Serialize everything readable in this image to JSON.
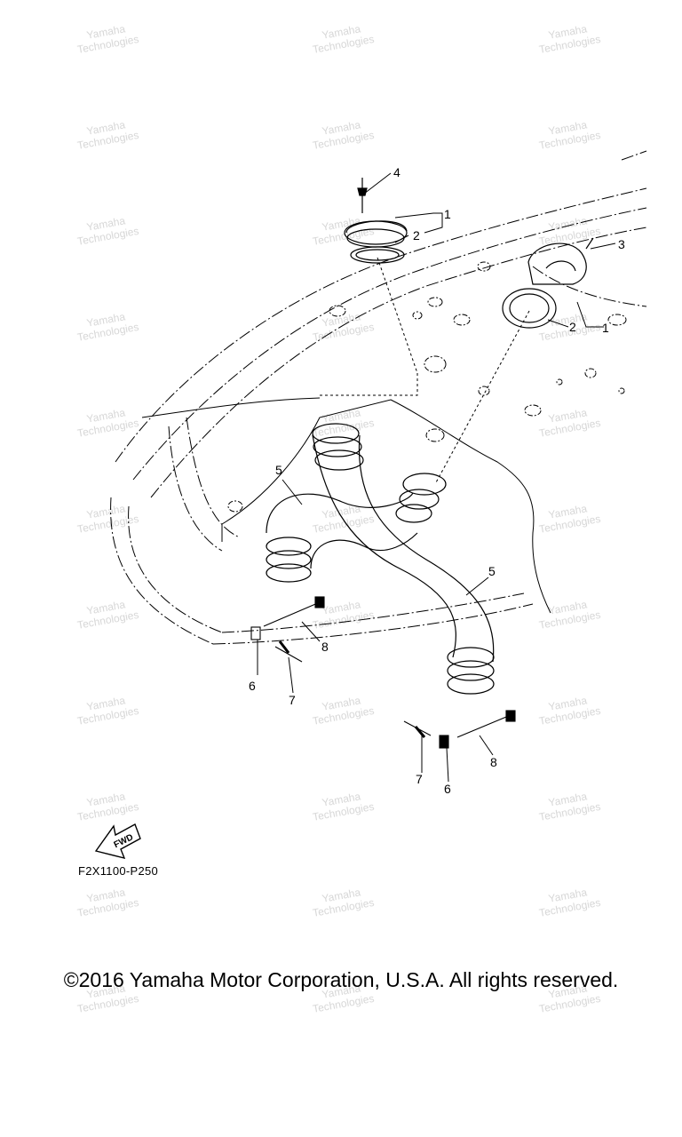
{
  "diagram": {
    "callouts": [
      "1",
      "2",
      "3",
      "4",
      "5",
      "6",
      "7",
      "8"
    ],
    "fwd_label": "FWD",
    "drawing_code": "F2X1100-P250",
    "watermark_lines": [
      "Yamaha",
      "Technologies"
    ]
  },
  "footer": {
    "copyright": "©2016 Yamaha Motor Corporation, U.S.A. All rights reserved."
  }
}
